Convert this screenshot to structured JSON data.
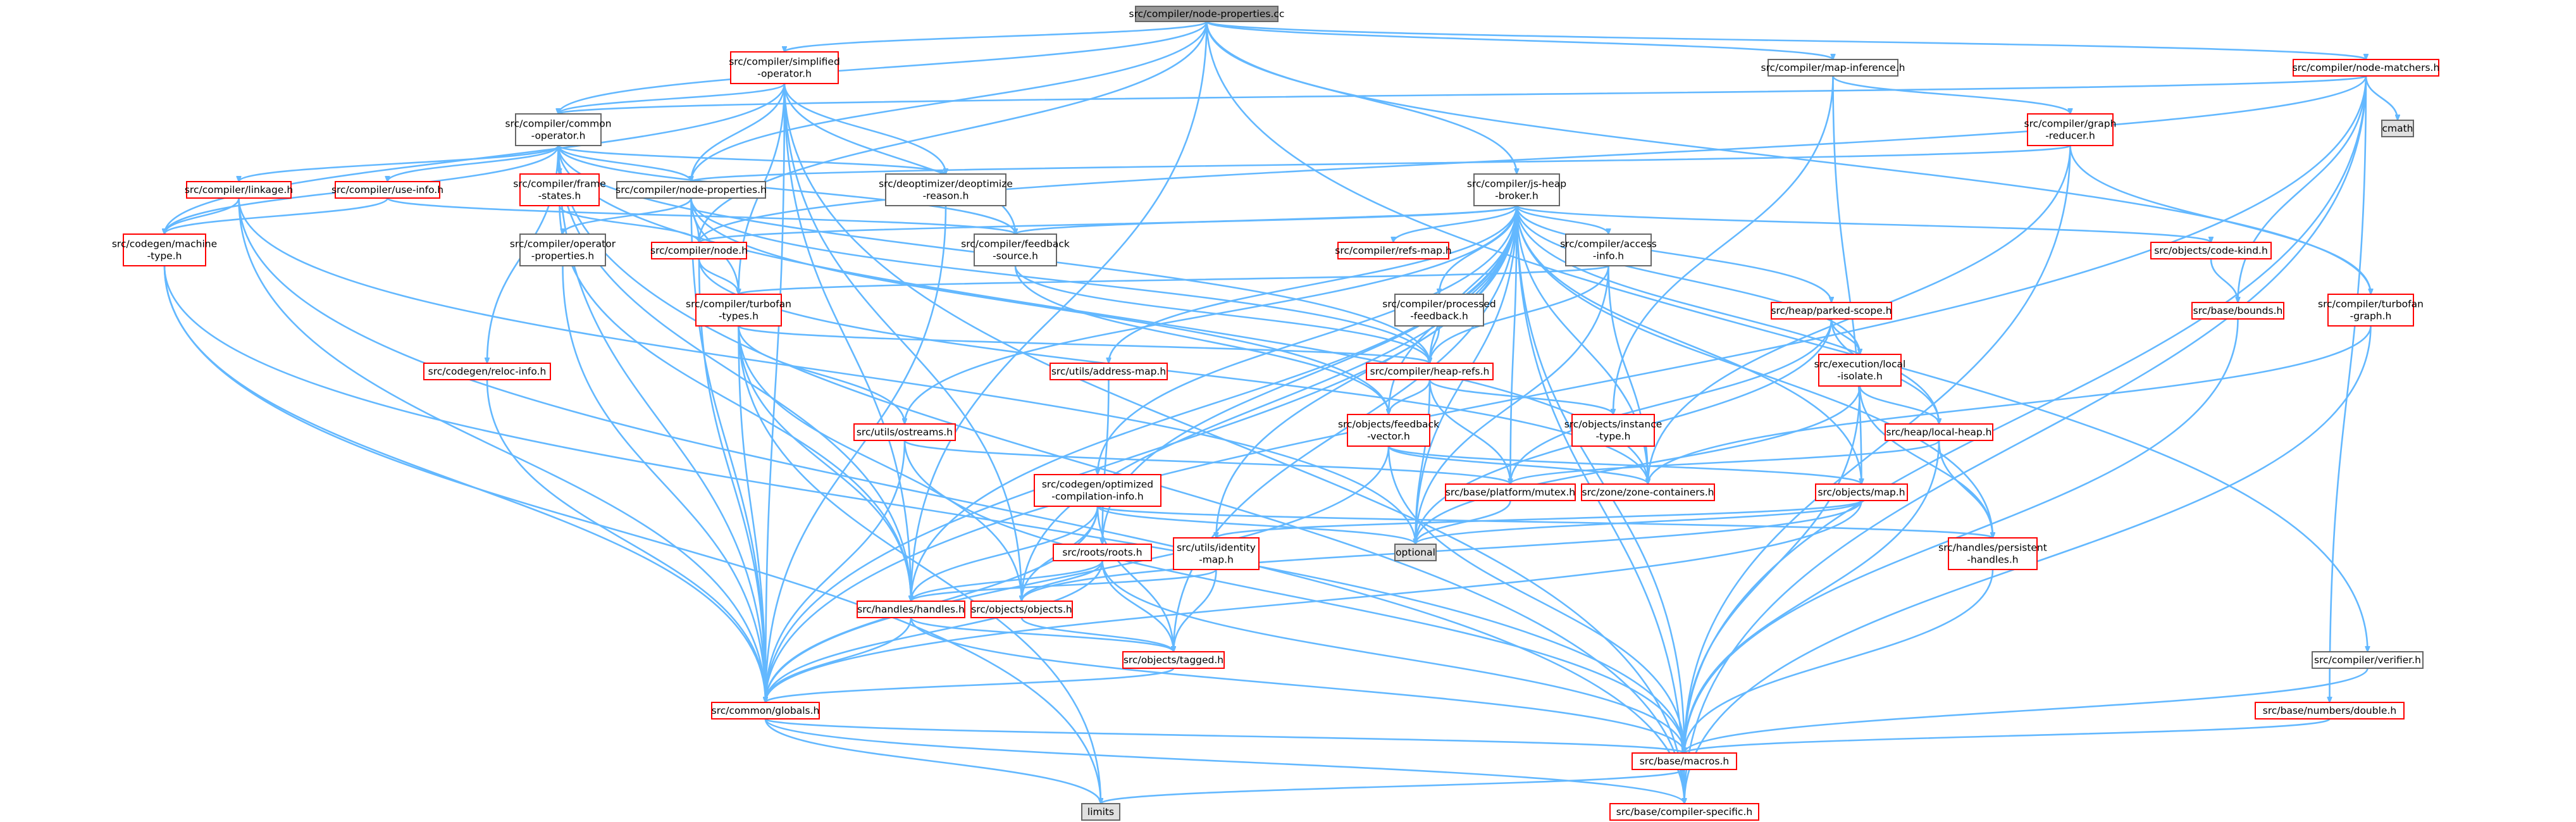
{
  "colors": {
    "edge": "#63b8ff",
    "border_normal": "#666666",
    "border_red": "#ff0000",
    "fill_white": "#ffffff",
    "fill_root": "#999999",
    "fill_gray": "#e0e0e0"
  },
  "nodes": [
    {
      "id": "root",
      "lines": [
        "src/compiler/node-properties.cc"
      ],
      "style": "root"
    },
    {
      "id": "simplified-operator",
      "lines": [
        "src/compiler/simplified",
        "-operator.h"
      ],
      "style": "red"
    },
    {
      "id": "map-inference",
      "lines": [
        "src/compiler/map-inference.h"
      ],
      "style": "normal"
    },
    {
      "id": "node-matchers",
      "lines": [
        "src/compiler/node-matchers.h"
      ],
      "style": "red"
    },
    {
      "id": "common-operator",
      "lines": [
        "src/compiler/common",
        "-operator.h"
      ],
      "style": "normal"
    },
    {
      "id": "graph-reducer",
      "lines": [
        "src/compiler/graph",
        "-reducer.h"
      ],
      "style": "red"
    },
    {
      "id": "cmath",
      "lines": [
        "cmath"
      ],
      "style": "gray"
    },
    {
      "id": "linkage",
      "lines": [
        "src/compiler/linkage.h"
      ],
      "style": "red"
    },
    {
      "id": "use-info",
      "lines": [
        "src/compiler/use-info.h"
      ],
      "style": "red"
    },
    {
      "id": "frame-states",
      "lines": [
        "src/compiler/frame",
        "-states.h"
      ],
      "style": "red"
    },
    {
      "id": "node-properties-h",
      "lines": [
        "src/compiler/node-properties.h"
      ],
      "style": "normal"
    },
    {
      "id": "deoptimize-reason",
      "lines": [
        "src/deoptimizer/deoptimize",
        "-reason.h"
      ],
      "style": "normal"
    },
    {
      "id": "js-heap-broker",
      "lines": [
        "src/compiler/js-heap",
        "-broker.h"
      ],
      "style": "normal"
    },
    {
      "id": "machine-type",
      "lines": [
        "src/codegen/machine",
        "-type.h"
      ],
      "style": "red"
    },
    {
      "id": "operator-properties",
      "lines": [
        "src/compiler/operator",
        "-properties.h"
      ],
      "style": "normal"
    },
    {
      "id": "node",
      "lines": [
        "src/compiler/node.h"
      ],
      "style": "red"
    },
    {
      "id": "feedback-source",
      "lines": [
        "src/compiler/feedback",
        "-source.h"
      ],
      "style": "normal"
    },
    {
      "id": "refs-map",
      "lines": [
        "src/compiler/refs-map.h"
      ],
      "style": "red"
    },
    {
      "id": "access-info",
      "lines": [
        "src/compiler/access",
        "-info.h"
      ],
      "style": "normal"
    },
    {
      "id": "code-kind",
      "lines": [
        "src/objects/code-kind.h"
      ],
      "style": "red"
    },
    {
      "id": "bounds",
      "lines": [
        "src/base/bounds.h"
      ],
      "style": "red"
    },
    {
      "id": "turbofan-types",
      "lines": [
        "src/compiler/turbofan",
        "-types.h"
      ],
      "style": "red"
    },
    {
      "id": "processed-feedback",
      "lines": [
        "src/compiler/processed",
        "-feedback.h"
      ],
      "style": "normal"
    },
    {
      "id": "parked-scope",
      "lines": [
        "src/heap/parked-scope.h"
      ],
      "style": "red"
    },
    {
      "id": "turbofan-graph",
      "lines": [
        "src/compiler/turbofan",
        "-graph.h"
      ],
      "style": "red"
    },
    {
      "id": "reloc-info",
      "lines": [
        "src/codegen/reloc-info.h"
      ],
      "style": "red"
    },
    {
      "id": "address-map",
      "lines": [
        "src/utils/address-map.h"
      ],
      "style": "red"
    },
    {
      "id": "heap-refs",
      "lines": [
        "src/compiler/heap-refs.h"
      ],
      "style": "red"
    },
    {
      "id": "local-isolate",
      "lines": [
        "src/execution/local",
        "-isolate.h"
      ],
      "style": "red"
    },
    {
      "id": "ostreams",
      "lines": [
        "src/utils/ostreams.h"
      ],
      "style": "red"
    },
    {
      "id": "feedback-vector",
      "lines": [
        "src/objects/feedback",
        "-vector.h"
      ],
      "style": "red"
    },
    {
      "id": "instance-type",
      "lines": [
        "src/objects/instance",
        "-type.h"
      ],
      "style": "red"
    },
    {
      "id": "local-heap",
      "lines": [
        "src/heap/local-heap.h"
      ],
      "style": "red"
    },
    {
      "id": "optimized-compilation-info",
      "lines": [
        "src/codegen/optimized",
        "-compilation-info.h"
      ],
      "style": "red"
    },
    {
      "id": "platform-mutex",
      "lines": [
        "src/base/platform/mutex.h"
      ],
      "style": "red"
    },
    {
      "id": "zone-containers",
      "lines": [
        "src/zone/zone-containers.h"
      ],
      "style": "red"
    },
    {
      "id": "objects-map",
      "lines": [
        "src/objects/map.h"
      ],
      "style": "red"
    },
    {
      "id": "optional",
      "lines": [
        "optional"
      ],
      "style": "gray"
    },
    {
      "id": "roots",
      "lines": [
        "src/roots/roots.h"
      ],
      "style": "red"
    },
    {
      "id": "identity-map",
      "lines": [
        "src/utils/identity",
        "-map.h"
      ],
      "style": "red"
    },
    {
      "id": "persistent-handles",
      "lines": [
        "src/handles/persistent",
        "-handles.h"
      ],
      "style": "red"
    },
    {
      "id": "handles",
      "lines": [
        "src/handles/handles.h"
      ],
      "style": "red"
    },
    {
      "id": "objects",
      "lines": [
        "src/objects/objects.h"
      ],
      "style": "red"
    },
    {
      "id": "tagged",
      "lines": [
        "src/objects/tagged.h"
      ],
      "style": "red"
    },
    {
      "id": "verifier",
      "lines": [
        "src/compiler/verifier.h"
      ],
      "style": "normal"
    },
    {
      "id": "globals",
      "lines": [
        "src/common/globals.h"
      ],
      "style": "red"
    },
    {
      "id": "numbers-double",
      "lines": [
        "src/base/numbers/double.h"
      ],
      "style": "red"
    },
    {
      "id": "macros",
      "lines": [
        "src/base/macros.h"
      ],
      "style": "red"
    },
    {
      "id": "limits",
      "lines": [
        "limits"
      ],
      "style": "gray"
    },
    {
      "id": "compiler-specific",
      "lines": [
        "src/base/compiler-specific.h"
      ],
      "style": "red"
    }
  ],
  "edges": [
    [
      "root",
      "simplified-operator"
    ],
    [
      "root",
      "map-inference"
    ],
    [
      "root",
      "node-matchers"
    ],
    [
      "root",
      "common-operator"
    ],
    [
      "root",
      "node-properties-h"
    ],
    [
      "root",
      "js-heap-broker"
    ],
    [
      "root",
      "verifier"
    ],
    [
      "root",
      "turbofan-graph"
    ],
    [
      "root",
      "node"
    ],
    [
      "root",
      "handles"
    ],
    [
      "simplified-operator",
      "common-operator"
    ],
    [
      "simplified-operator",
      "node-properties-h"
    ],
    [
      "simplified-operator",
      "deoptimize-reason"
    ],
    [
      "simplified-operator",
      "feedback-source"
    ],
    [
      "simplified-operator",
      "turbofan-types"
    ],
    [
      "simplified-operator",
      "machine-type"
    ],
    [
      "simplified-operator",
      "globals"
    ],
    [
      "simplified-operator",
      "handles"
    ],
    [
      "simplified-operator",
      "objects"
    ],
    [
      "simplified-operator",
      "compiler-specific"
    ],
    [
      "map-inference",
      "graph-reducer"
    ],
    [
      "map-inference",
      "objects-map"
    ],
    [
      "map-inference",
      "instance-type"
    ],
    [
      "node-matchers",
      "cmath"
    ],
    [
      "node-matchers",
      "bounds"
    ],
    [
      "node-matchers",
      "common-operator"
    ],
    [
      "node-matchers",
      "numbers-double"
    ],
    [
      "node-matchers",
      "macros"
    ],
    [
      "node-matchers",
      "globals"
    ],
    [
      "node-matchers",
      "node"
    ],
    [
      "node-matchers",
      "compiler-specific"
    ],
    [
      "common-operator",
      "linkage"
    ],
    [
      "common-operator",
      "use-info"
    ],
    [
      "common-operator",
      "frame-states"
    ],
    [
      "common-operator",
      "node-properties-h"
    ],
    [
      "common-operator",
      "deoptimize-reason"
    ],
    [
      "common-operator",
      "feedback-source"
    ],
    [
      "common-operator",
      "machine-type"
    ],
    [
      "common-operator",
      "reloc-info"
    ],
    [
      "common-operator",
      "globals"
    ],
    [
      "common-operator",
      "handles"
    ],
    [
      "common-operator",
      "heap-refs"
    ],
    [
      "common-operator",
      "zone-containers"
    ],
    [
      "common-operator",
      "compiler-specific"
    ],
    [
      "graph-reducer",
      "node-properties-h"
    ],
    [
      "graph-reducer",
      "turbofan-graph"
    ],
    [
      "graph-reducer",
      "macros"
    ],
    [
      "graph-reducer",
      "zone-containers"
    ],
    [
      "linkage",
      "machine-type"
    ],
    [
      "linkage",
      "globals"
    ],
    [
      "linkage",
      "compiler-specific"
    ],
    [
      "linkage",
      "optional"
    ],
    [
      "use-info",
      "machine-type"
    ],
    [
      "use-info",
      "feedback-source"
    ],
    [
      "frame-states",
      "node"
    ],
    [
      "frame-states",
      "handles"
    ],
    [
      "node-properties-h",
      "operator-properties"
    ],
    [
      "node-properties-h",
      "node"
    ],
    [
      "node-properties-h",
      "turbofan-types"
    ],
    [
      "node-properties-h",
      "heap-refs"
    ],
    [
      "node-properties-h",
      "globals"
    ],
    [
      "node-properties-h",
      "feedback-vector"
    ],
    [
      "deoptimize-reason",
      "globals"
    ],
    [
      "js-heap-broker",
      "feedback-source"
    ],
    [
      "js-heap-broker",
      "refs-map"
    ],
    [
      "js-heap-broker",
      "access-info"
    ],
    [
      "js-heap-broker",
      "code-kind"
    ],
    [
      "js-heap-broker",
      "processed-feedback"
    ],
    [
      "js-heap-broker",
      "parked-scope"
    ],
    [
      "js-heap-broker",
      "address-map"
    ],
    [
      "js-heap-broker",
      "heap-refs"
    ],
    [
      "js-heap-broker",
      "local-isolate"
    ],
    [
      "js-heap-broker",
      "ostreams"
    ],
    [
      "js-heap-broker",
      "optimized-compilation-info"
    ],
    [
      "js-heap-broker",
      "platform-mutex"
    ],
    [
      "js-heap-broker",
      "zone-containers"
    ],
    [
      "js-heap-broker",
      "objects-map"
    ],
    [
      "js-heap-broker",
      "optional"
    ],
    [
      "js-heap-broker",
      "roots"
    ],
    [
      "js-heap-broker",
      "identity-map"
    ],
    [
      "js-heap-broker",
      "persistent-handles"
    ],
    [
      "js-heap-broker",
      "handles"
    ],
    [
      "js-heap-broker",
      "objects"
    ],
    [
      "js-heap-broker",
      "tagged"
    ],
    [
      "js-heap-broker",
      "globals"
    ],
    [
      "js-heap-broker",
      "macros"
    ],
    [
      "js-heap-broker",
      "compiler-specific"
    ],
    [
      "js-heap-broker",
      "local-heap"
    ],
    [
      "js-heap-broker",
      "feedback-vector"
    ],
    [
      "js-heap-broker",
      "node"
    ],
    [
      "machine-type",
      "globals"
    ],
    [
      "machine-type",
      "macros"
    ],
    [
      "machine-type",
      "limits"
    ],
    [
      "operator-properties",
      "globals"
    ],
    [
      "node",
      "turbofan-types"
    ],
    [
      "node",
      "globals"
    ],
    [
      "node",
      "zone-containers"
    ],
    [
      "feedback-source",
      "heap-refs"
    ],
    [
      "feedback-source",
      "feedback-vector"
    ],
    [
      "access-info",
      "heap-refs"
    ],
    [
      "access-info",
      "turbofan-types"
    ],
    [
      "access-info",
      "zone-containers"
    ],
    [
      "access-info",
      "optional"
    ],
    [
      "code-kind",
      "bounds"
    ],
    [
      "bounds",
      "macros"
    ],
    [
      "turbofan-types",
      "heap-refs"
    ],
    [
      "turbofan-types",
      "ostreams"
    ],
    [
      "turbofan-types",
      "handles"
    ],
    [
      "turbofan-types",
      "objects"
    ],
    [
      "turbofan-types",
      "globals"
    ],
    [
      "turbofan-types",
      "limits"
    ],
    [
      "processed-feedback",
      "heap-refs"
    ],
    [
      "parked-scope",
      "local-isolate"
    ],
    [
      "parked-scope",
      "local-heap"
    ],
    [
      "parked-scope",
      "optional"
    ],
    [
      "parked-scope",
      "platform-mutex"
    ],
    [
      "turbofan-graph",
      "zone-containers"
    ],
    [
      "turbofan-graph",
      "compiler-specific"
    ],
    [
      "reloc-info",
      "globals"
    ],
    [
      "address-map",
      "roots"
    ],
    [
      "heap-refs",
      "feedback-vector"
    ],
    [
      "heap-refs",
      "instance-type"
    ],
    [
      "heap-refs",
      "optional"
    ],
    [
      "heap-refs",
      "platform-mutex"
    ],
    [
      "local-isolate",
      "local-heap"
    ],
    [
      "local-isolate",
      "persistent-handles"
    ],
    [
      "local-isolate",
      "optional"
    ],
    [
      "local-isolate",
      "macros"
    ],
    [
      "ostreams",
      "globals"
    ],
    [
      "ostreams",
      "platform-mutex"
    ],
    [
      "ostreams",
      "macros"
    ],
    [
      "feedback-vector",
      "objects-map"
    ],
    [
      "feedback-vector",
      "macros"
    ],
    [
      "feedback-vector",
      "globals"
    ],
    [
      "feedback-vector",
      "zone-containers"
    ],
    [
      "local-heap",
      "platform-mutex"
    ],
    [
      "local-heap",
      "persistent-handles"
    ],
    [
      "local-heap",
      "macros"
    ],
    [
      "optimized-compilation-info",
      "handles"
    ],
    [
      "optimized-compilation-info",
      "objects"
    ],
    [
      "optimized-compilation-info",
      "tagged"
    ],
    [
      "optimized-compilation-info",
      "persistent-handles"
    ],
    [
      "optimized-compilation-info",
      "optional"
    ],
    [
      "optimized-compilation-info",
      "globals"
    ],
    [
      "platform-mutex",
      "optional"
    ],
    [
      "objects-map",
      "optional"
    ],
    [
      "objects-map",
      "objects"
    ],
    [
      "objects-map",
      "identity-map"
    ],
    [
      "objects-map",
      "globals"
    ],
    [
      "roots",
      "handles"
    ],
    [
      "roots",
      "objects"
    ],
    [
      "roots",
      "tagged"
    ],
    [
      "roots",
      "globals"
    ],
    [
      "roots",
      "macros"
    ],
    [
      "identity-map",
      "handles"
    ],
    [
      "identity-map",
      "tagged"
    ],
    [
      "persistent-handles",
      "macros"
    ],
    [
      "handles",
      "globals"
    ],
    [
      "handles",
      "tagged"
    ],
    [
      "handles",
      "macros"
    ],
    [
      "objects",
      "tagged"
    ],
    [
      "tagged",
      "globals"
    ],
    [
      "verifier",
      "macros"
    ],
    [
      "globals",
      "macros"
    ],
    [
      "globals",
      "limits"
    ],
    [
      "globals",
      "compiler-specific"
    ],
    [
      "numbers-double",
      "macros"
    ],
    [
      "macros",
      "compiler-specific"
    ],
    [
      "macros",
      "limits"
    ]
  ]
}
